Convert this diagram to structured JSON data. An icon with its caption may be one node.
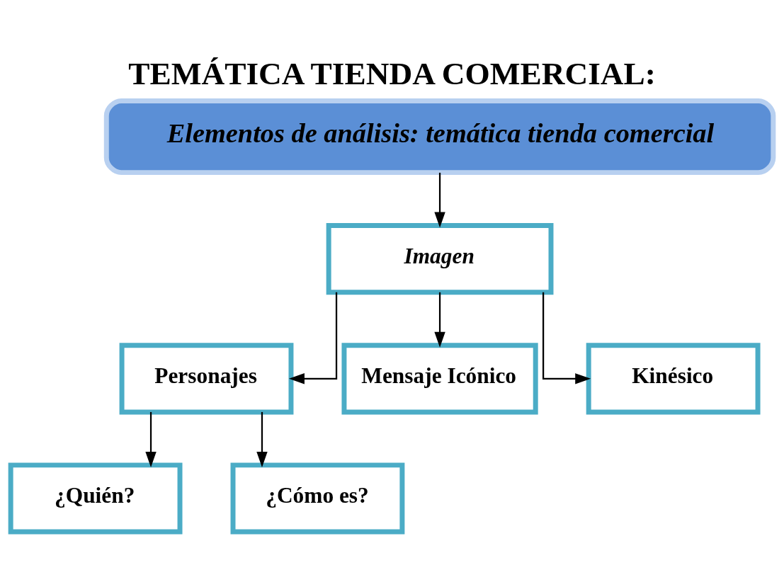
{
  "diagram": {
    "title": "TEMÁTICA TIENDA COMERCIAL:",
    "nodes": [
      {
        "text": [
          "Elementos de análisis: temática tienda comercial"
        ]
      },
      {
        "text": [
          "Imagen"
        ]
      },
      {
        "text": [
          "Personajes"
        ]
      },
      {
        "text": [
          "Mensaje Icónico"
        ]
      },
      {
        "text": [
          "Kinésico"
        ]
      },
      {
        "text": [
          "¿Quién?"
        ]
      },
      {
        "text": [
          "¿Cómo es?"
        ]
      }
    ],
    "edges": [
      {
        "from": 0,
        "to": 1,
        "arrow": "to"
      },
      {
        "from": 1,
        "to": 2,
        "arrow": "to"
      },
      {
        "from": 1,
        "to": 3,
        "arrow": "to"
      },
      {
        "from": 1,
        "to": 4,
        "arrow": "to"
      },
      {
        "from": 2,
        "to": 5,
        "arrow": "to"
      },
      {
        "from": 2,
        "to": 6,
        "arrow": "to"
      }
    ]
  }
}
